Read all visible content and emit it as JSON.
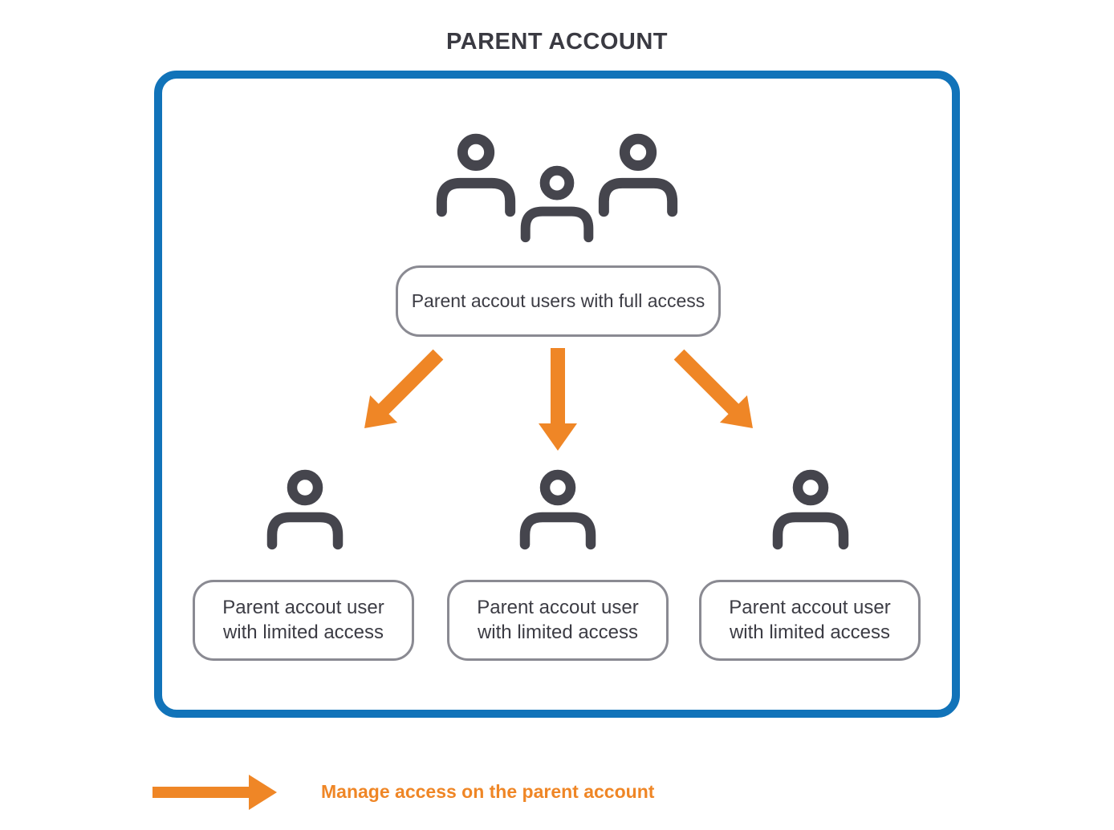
{
  "title": "PARENT ACCOUNT",
  "box": {
    "full_access_label": "Parent accout users with full access",
    "limited_access_labels": [
      "Parent accout user with limited access",
      "Parent accout user with limited access",
      "Parent accout user with limited access"
    ]
  },
  "legend": {
    "label": "Manage access on the parent account"
  },
  "colors": {
    "accent_blue": "#1173B9",
    "accent_orange": "#EF8626",
    "icon_gray": "#45454D",
    "pill_border_gray": "#8A8A92",
    "text_dark": "#3C3C44"
  }
}
